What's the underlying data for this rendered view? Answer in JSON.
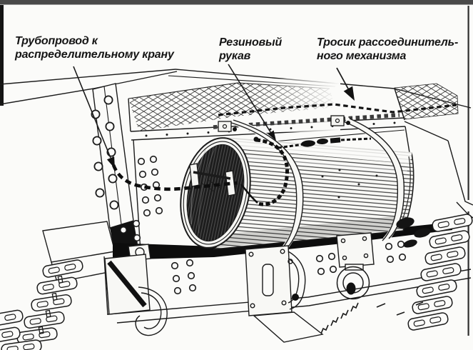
{
  "figure": {
    "description": "Scanned book line-drawing of a tank rear hull with an external cylindrical fuel drum held by two straps",
    "paper_color": "#fbfbf9",
    "ink_color": "#1b1b1b",
    "scan_edge_color": "#4a4a4a",
    "labels": [
      {
        "id": "pipeline",
        "text": "Трубопровод к\nраспределительному крану"
      },
      {
        "id": "rubber_hose",
        "text": "Резиновый\nрукав"
      },
      {
        "id": "release_cable",
        "text": "Тросик рассоединитель-\nного механизма"
      }
    ]
  }
}
